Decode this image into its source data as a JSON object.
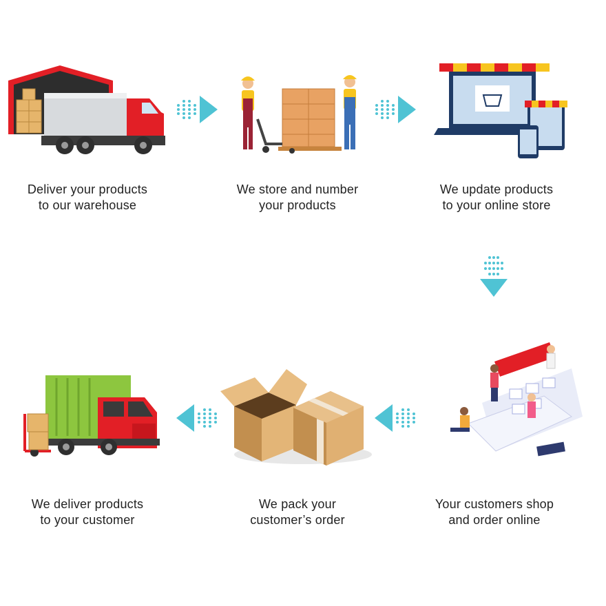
{
  "steps": [
    {
      "icon": "warehouse-truck-icon",
      "line1": "Deliver your products",
      "line2": "to our warehouse"
    },
    {
      "icon": "warehouse-workers-icon",
      "line1": "We store and number",
      "line2": "your products"
    },
    {
      "icon": "online-store-devices-icon",
      "line1": "We update products",
      "line2": "to your online store"
    },
    {
      "icon": "online-shopping-icon",
      "line1": "Your customers shop",
      "line2": "and order online"
    },
    {
      "icon": "packed-boxes-icon",
      "line1": "We pack your",
      "line2": "customer’s order"
    },
    {
      "icon": "delivery-truck-icon",
      "line1": "We deliver products",
      "line2": "to your customer"
    }
  ],
  "colors": {
    "arrow": "#4fc3d4",
    "truck_red": "#e21f26",
    "container_green": "#8dc63f",
    "box": "#d9a867"
  }
}
